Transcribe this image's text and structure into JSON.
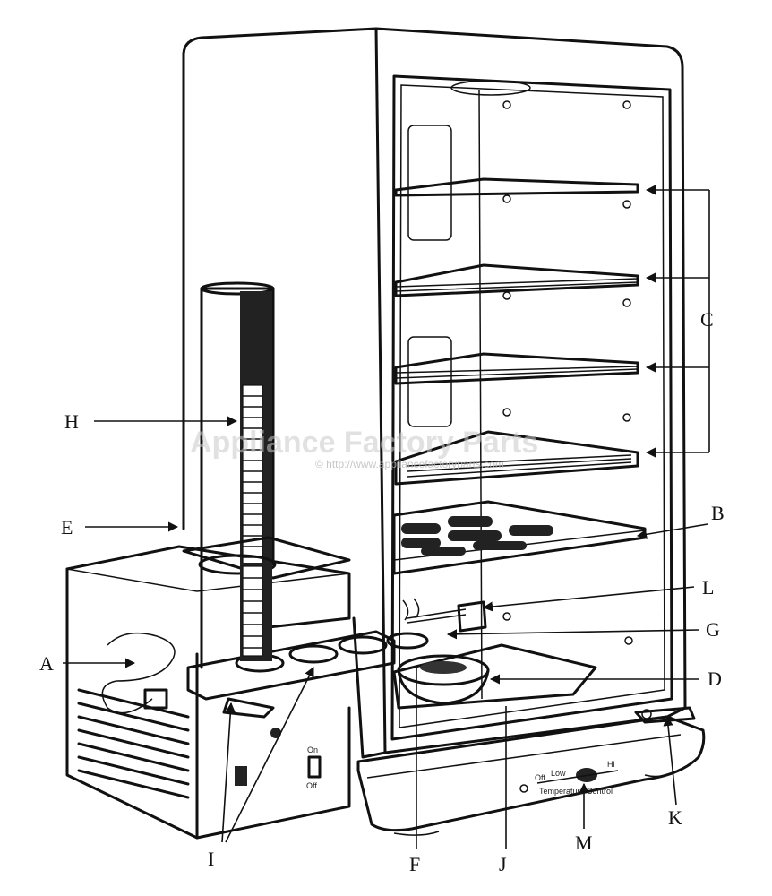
{
  "diagram": {
    "callouts": [
      {
        "id": "A",
        "text": "A"
      },
      {
        "id": "B",
        "text": "B"
      },
      {
        "id": "C",
        "text": "C"
      },
      {
        "id": "D",
        "text": "D"
      },
      {
        "id": "E",
        "text": "E"
      },
      {
        "id": "F",
        "text": "F"
      },
      {
        "id": "G",
        "text": "G"
      },
      {
        "id": "H",
        "text": "H"
      },
      {
        "id": "I",
        "text": "I"
      },
      {
        "id": "J",
        "text": "J"
      },
      {
        "id": "K",
        "text": "K"
      },
      {
        "id": "L",
        "text": "L"
      },
      {
        "id": "M",
        "text": "M"
      }
    ],
    "switch_on": "On",
    "switch_off": "Off",
    "control_off": "Off",
    "control_low": "Low",
    "control_hi": "Hi",
    "control_caption": "Temperature Control",
    "watermark": "Appliance Factory Parts",
    "watermark_sub": "© http://www.appliancefactoryparts.com"
  }
}
